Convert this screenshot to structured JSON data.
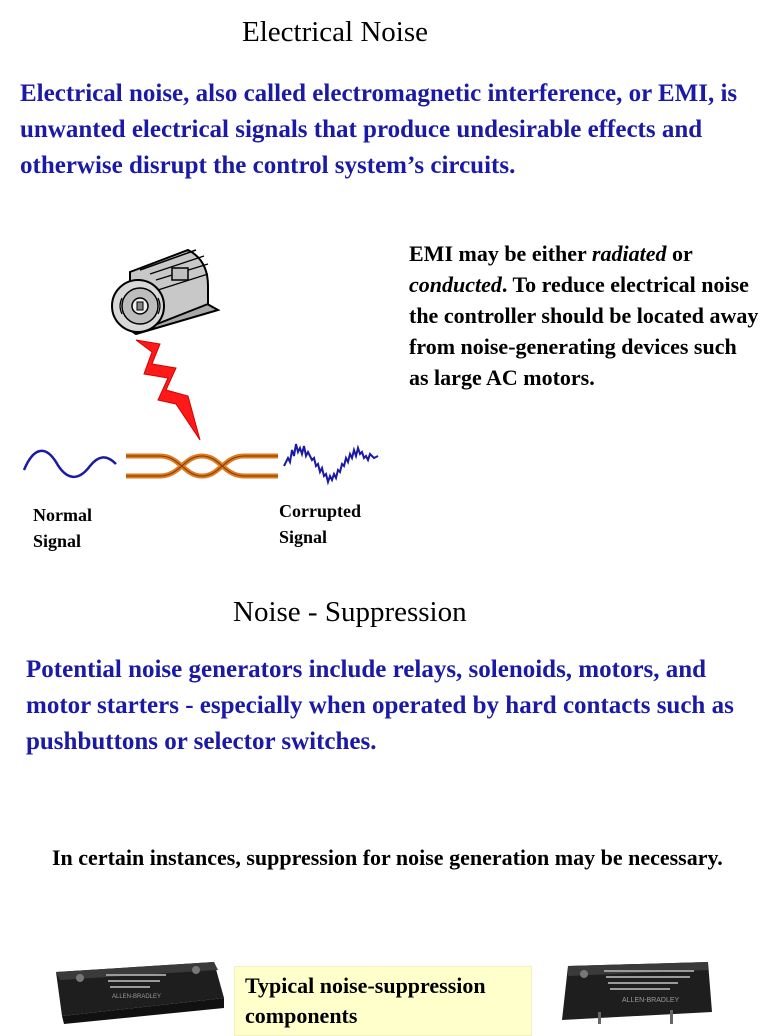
{
  "section1": {
    "title": "Electrical Noise",
    "intro": "Electrical noise, also called electromagnetic interference, or EMI, is unwanted electrical signals that produce undesirable effects and otherwise disrupt the control system’s circuits.",
    "emi_text_pre": "EMI may be either ",
    "emi_radiated": "radiated",
    "emi_or": " or ",
    "emi_conducted": "conducted",
    "emi_text_post": ". To reduce electrical noise the controller should be located away from noise-generating devices such as large AC motors.",
    "normal_signal_label": "Normal Signal",
    "corrupted_signal_label": "Corrupted Signal"
  },
  "section2": {
    "title": "Noise - Suppression",
    "generators_text": "Potential noise generators include relays, solenoids, motors, and motor starters - especially when operated by hard contacts such as pushbuttons or selector switches.",
    "instances_text": "In certain instances, suppression for noise generation may be necessary.",
    "components_caption": "Typical noise-suppression components",
    "left_device_text": "ALLEN-BRADLEY",
    "right_device_text": "ALLEN-BRADLEY"
  },
  "colors": {
    "blue_text": "#1a1aa6",
    "lightning": "#ff1a1a",
    "wire": "#e07a1f",
    "caption_bg": "#ffffcc"
  }
}
